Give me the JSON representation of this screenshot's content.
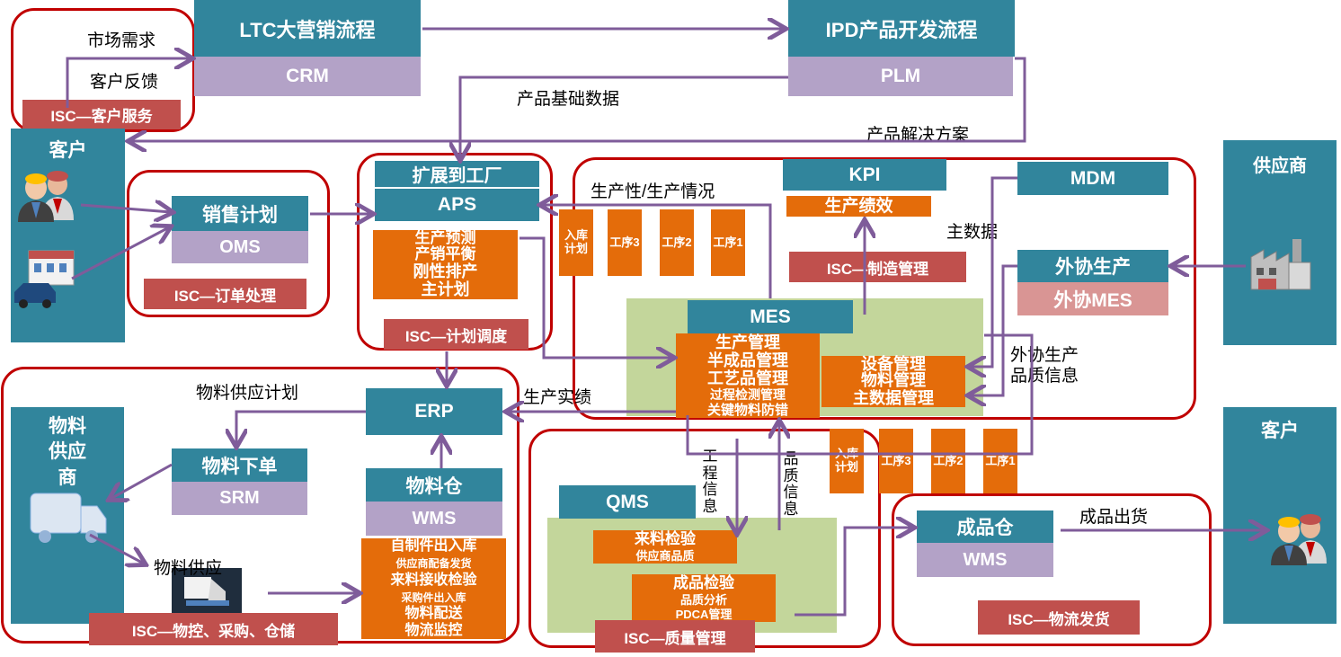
{
  "ltc": {
    "title": "LTC大营销流程",
    "sub": "CRM"
  },
  "ipd": {
    "title": "IPD产品开发流程",
    "sub": "PLM"
  },
  "cs": {
    "demand": "市场需求",
    "feedback": "客户反馈",
    "isc": "ISC—客户服务"
  },
  "labels": {
    "product_base_data": "产品基础数据",
    "product_solution": "产品解决方案",
    "productivity": "生产性/生产情况",
    "master_data": "主数据",
    "material_supply_plan": "物料供应计划",
    "production_result": "生产实绩",
    "outsource_quality": "外协生产品质信息",
    "process_info": "工程信息",
    "quality_info": "品质信息",
    "material_supply": "物料供应",
    "finished_shipping": "成品出货"
  },
  "customer_left": "客户",
  "customer_right": "客户",
  "supplier": "供应商",
  "material_supplier": "物料供应商",
  "sales": {
    "title": "销售计划",
    "sub": "OMS",
    "isc": "ISC—订单处理"
  },
  "aps": {
    "ext": "扩展到工厂",
    "title": "APS",
    "items": [
      "生产预测",
      "产销平衡",
      "刚性排产",
      "主计划"
    ],
    "isc": "ISC—计划调度"
  },
  "kpi": {
    "title": "KPI",
    "item": "生产绩效",
    "isc": "ISC—制造管理"
  },
  "mdm": {
    "title": "MDM"
  },
  "outsource": {
    "title": "外协生产",
    "sub": "外协MES"
  },
  "mes": {
    "title": "MES",
    "left_items": [
      "生产管理",
      "半成品管理",
      "工艺品管理",
      "过程检测管理",
      "关键物料防错"
    ],
    "right_items": [
      "设备管理",
      "物料管理",
      "主数据管理"
    ]
  },
  "procs_top": [
    "入库计划",
    "工序3",
    "工序2",
    "工序1"
  ],
  "procs_bottom": [
    "入库计划",
    "工序3",
    "工序2",
    "工序1"
  ],
  "erp": {
    "title": "ERP"
  },
  "material_order": {
    "title": "物料下单",
    "sub": "SRM"
  },
  "material_wh": {
    "title": "物料仓",
    "sub": "WMS",
    "items": [
      "自制件出入库",
      "供应商配备发货",
      "来料接收检验",
      "采购件出入库",
      "物料配送",
      "物流监控"
    ],
    "isc": "ISC—物控、采购、仓储"
  },
  "qms": {
    "title": "QMS",
    "items": [
      "来料检验",
      "供应商品质",
      "成品检验",
      "品质分析",
      "PDCA管理"
    ],
    "isc": "ISC—质量管理"
  },
  "finished_wh": {
    "title": "成品仓",
    "sub": "WMS",
    "isc": "ISC—物流发货"
  },
  "colors": {
    "teal": "#31859c",
    "lavender": "#b3a2c7",
    "orange": "#e46c0a",
    "isc_red": "#c0504d",
    "group_border": "#c00000",
    "green": "#c3d69b",
    "arrow": "#7f5c9a"
  }
}
